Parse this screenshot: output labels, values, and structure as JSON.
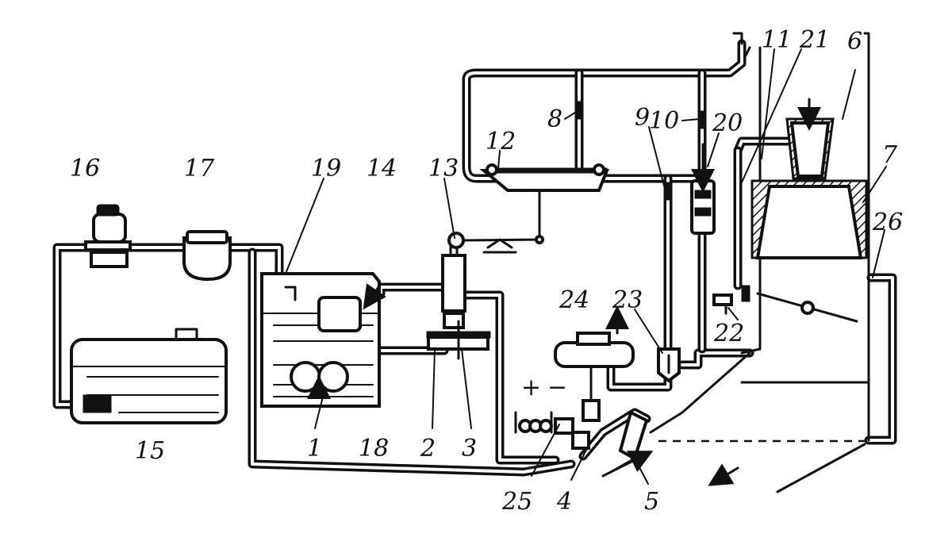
{
  "labels": {
    "l1": "1",
    "l2": "2",
    "l3": "3",
    "l4": "4",
    "l5": "5",
    "l6": "6",
    "l7": "7",
    "l8": "8",
    "l9": "9",
    "l10": "10",
    "l11": "11",
    "l12": "12",
    "l13": "13",
    "l14": "14",
    "l15": "15",
    "l16": "16",
    "l17": "17",
    "l18": "18",
    "l19": "19",
    "l20": "20",
    "l21": "21",
    "l22": "22",
    "l23": "23",
    "l24": "24",
    "l25": "25",
    "l26": "26"
  },
  "signs": {
    "plus": "+",
    "minus": "−"
  }
}
